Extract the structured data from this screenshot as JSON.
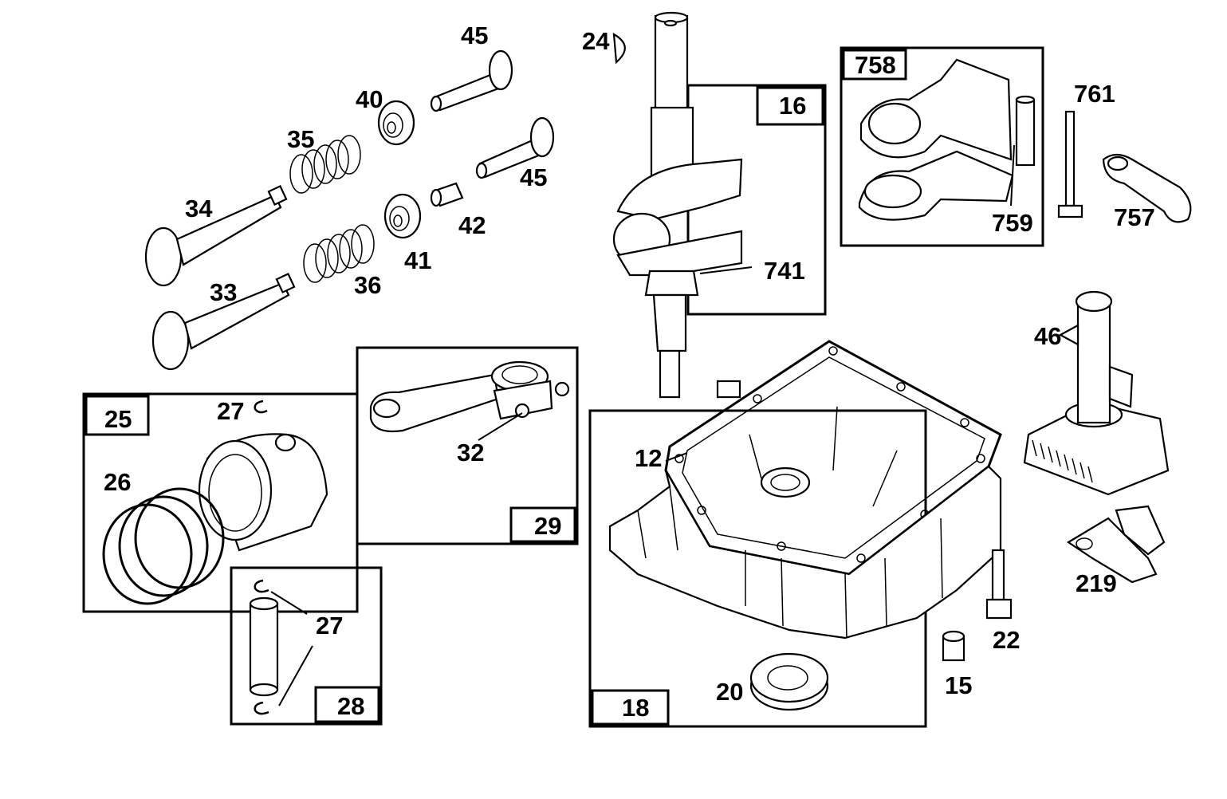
{
  "labels": {
    "p12": "12",
    "p15": "15",
    "p16": "16",
    "p18": "18",
    "p20": "20",
    "p22": "22",
    "p24": "24",
    "p25": "25",
    "p26": "26",
    "p27a": "27",
    "p27b": "27",
    "p28": "28",
    "p29": "29",
    "p32": "32",
    "p33": "33",
    "p34": "34",
    "p35": "35",
    "p36": "36",
    "p40": "40",
    "p41": "41",
    "p42": "42",
    "p45a": "45",
    "p45b": "45",
    "p46": "46",
    "p219": "219",
    "p741": "741",
    "p757": "757",
    "p758": "758",
    "p759": "759",
    "p761": "761"
  }
}
